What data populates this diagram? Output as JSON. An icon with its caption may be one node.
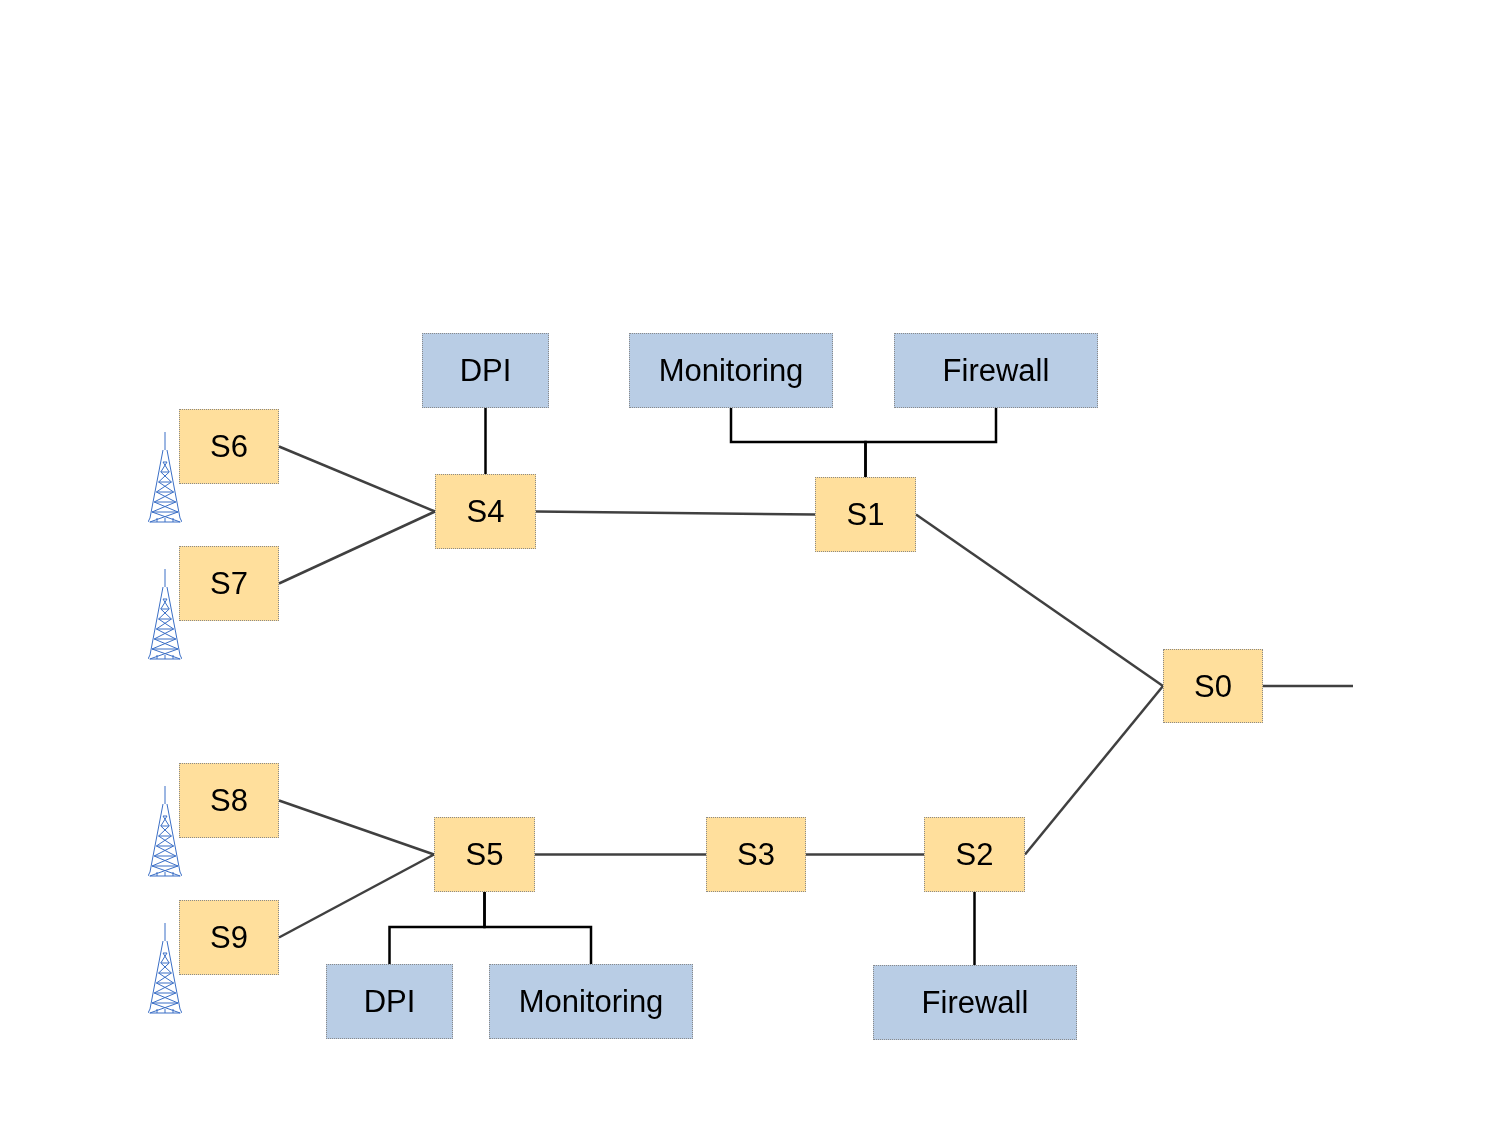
{
  "diagram": {
    "nodes": [
      {
        "text": [
          "DPI"
        ]
      },
      {
        "text": [
          "Monitoring"
        ]
      },
      {
        "text": [
          "Firewall"
        ]
      },
      {
        "text": [
          "S6"
        ]
      },
      {
        "text": [
          "S4"
        ]
      },
      {
        "text": [
          "S1"
        ]
      },
      {
        "text": [
          "S7"
        ]
      },
      {
        "text": [
          "S0"
        ]
      },
      {
        "text": [
          "S8"
        ]
      },
      {
        "text": [
          "S5"
        ]
      },
      {
        "text": [
          "S3"
        ]
      },
      {
        "text": [
          "S2"
        ]
      },
      {
        "text": [
          "S9"
        ]
      },
      {
        "text": [
          "DPI"
        ]
      },
      {
        "text": [
          "Monitoring"
        ]
      },
      {
        "text": [
          "Firewall"
        ]
      }
    ],
    "edges": [
      {
        "from": 0,
        "to": 4,
        "arrow": "none"
      },
      {
        "from": 1,
        "to": 5,
        "arrow": "none"
      },
      {
        "from": 2,
        "to": 5,
        "arrow": "none"
      },
      {
        "from": 3,
        "to": 4,
        "arrow": "none"
      },
      {
        "from": 6,
        "to": 4,
        "arrow": "none"
      },
      {
        "from": 4,
        "to": 5,
        "arrow": "none"
      },
      {
        "from": 5,
        "to": 7,
        "arrow": "none"
      },
      {
        "from": 11,
        "to": 7,
        "arrow": "none"
      },
      {
        "from": 7,
        "to": null,
        "arrow": "none"
      },
      {
        "from": 8,
        "to": 9,
        "arrow": "none"
      },
      {
        "from": 12,
        "to": 9,
        "arrow": "none"
      },
      {
        "from": 9,
        "to": 10,
        "arrow": "none"
      },
      {
        "from": 10,
        "to": 11,
        "arrow": "none"
      },
      {
        "from": 9,
        "to": 13,
        "arrow": "none"
      },
      {
        "from": 9,
        "to": 14,
        "arrow": "none"
      },
      {
        "from": 11,
        "to": 15,
        "arrow": "none"
      }
    ]
  }
}
